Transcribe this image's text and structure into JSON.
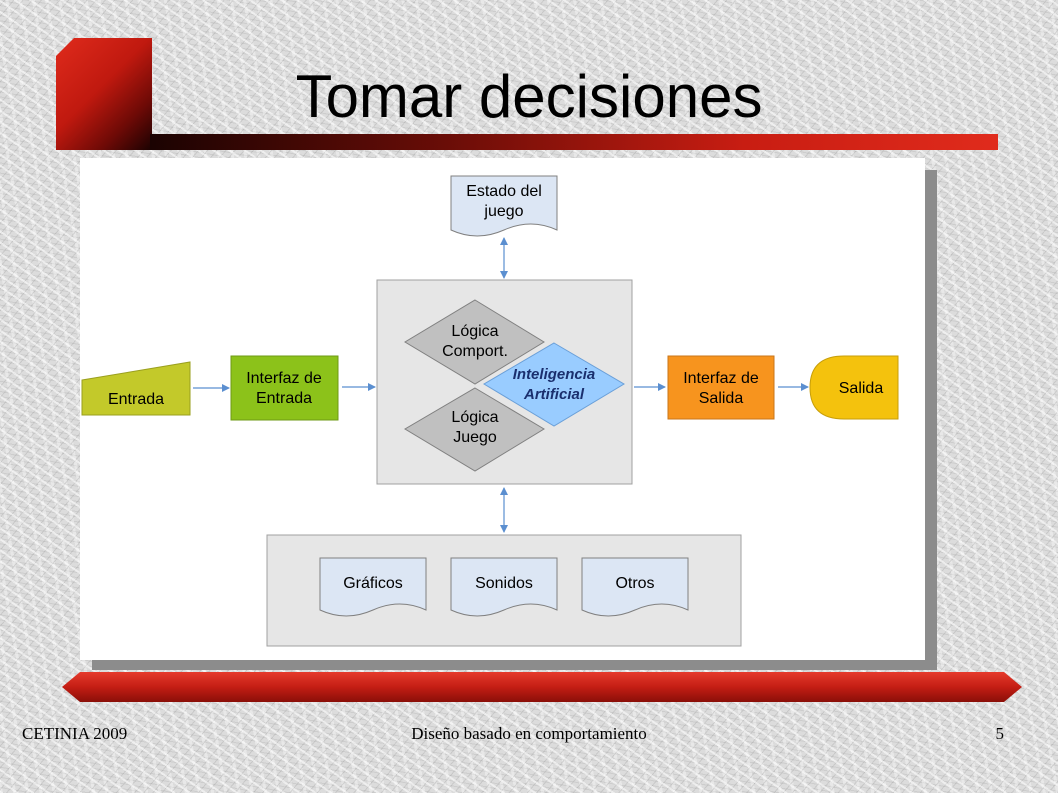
{
  "slide": {
    "title": "Tomar decisiones",
    "footer_left": "CETINIA 2009",
    "footer_center": "Diseño basado en comportamiento",
    "footer_right": "5"
  },
  "diagram": {
    "estado": [
      "Estado del",
      "juego"
    ],
    "entrada": "Entrada",
    "interfaz_entrada": [
      "Interfaz de",
      "Entrada"
    ],
    "logica_comport": [
      "Lógica",
      "Comport."
    ],
    "inteligencia": [
      "Inteligencia",
      "Artificial"
    ],
    "logica_juego": [
      "Lógica",
      "Juego"
    ],
    "interfaz_salida": [
      "Interfaz de",
      "Salida"
    ],
    "salida": "Salida",
    "graficos": "Gráficos",
    "sonidos": "Sonidos",
    "otros": "Otros"
  },
  "colors": {
    "accent_red": "#d42418",
    "entrada": "#c3c92a",
    "interfaz_entrada": "#8cc21a",
    "interfaz_salida": "#f7941e",
    "salida": "#f4c20d",
    "document": "#dce6f4",
    "ia": "#99ccff",
    "logic": "#c0c0c0",
    "container": "#e6e6e6",
    "arrow": "#5b8fd0"
  }
}
